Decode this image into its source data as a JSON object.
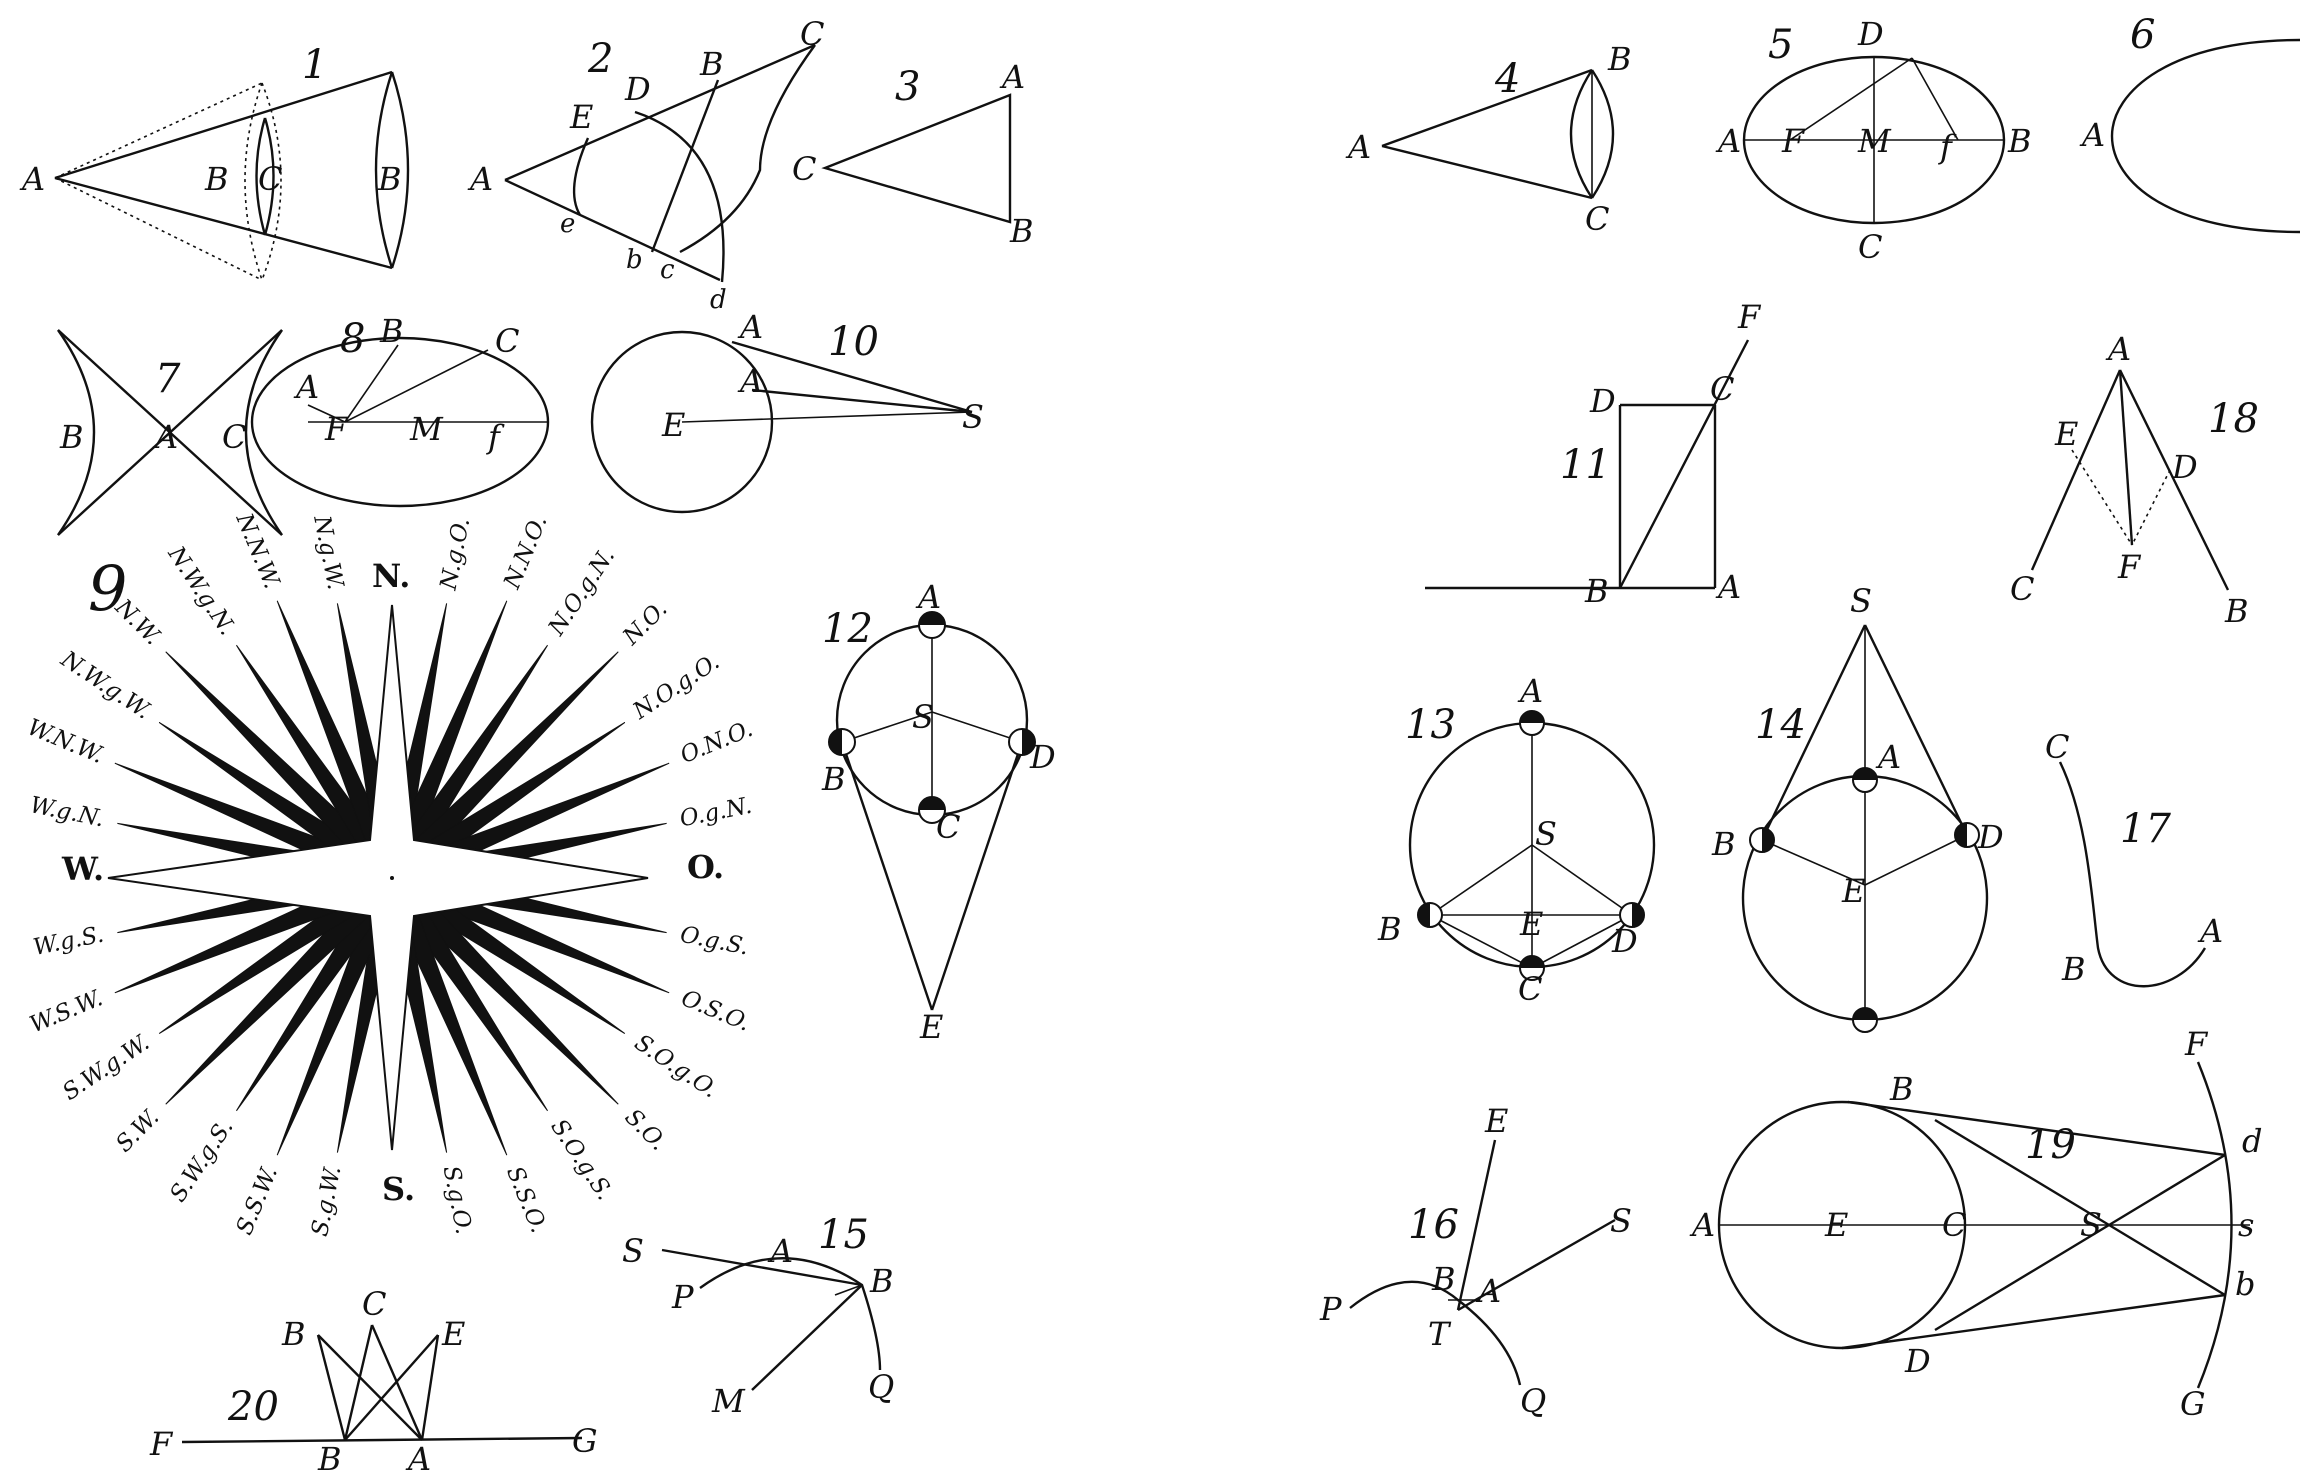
{
  "figures": {
    "f1": {
      "number": "1",
      "labels": [
        "A",
        "B",
        "C",
        "B"
      ]
    },
    "f2": {
      "number": "2",
      "labels": [
        "A",
        "E",
        "D",
        "B",
        "C",
        "e",
        "b",
        "c",
        "d"
      ]
    },
    "f3": {
      "number": "3",
      "labels": [
        "A",
        "C",
        "B"
      ]
    },
    "f4": {
      "number": "4",
      "labels": [
        "A",
        "B",
        "C"
      ]
    },
    "f5": {
      "number": "5",
      "labels": [
        "D",
        "A",
        "F",
        "M",
        "f",
        "B",
        "C"
      ]
    },
    "f6": {
      "number": "6",
      "labels": [
        "A"
      ]
    },
    "f7": {
      "number": "7",
      "labels": [
        "B",
        "A",
        "C"
      ]
    },
    "f8": {
      "number": "8",
      "labels": [
        "B",
        "C",
        "A",
        "F",
        "M",
        "f"
      ]
    },
    "f10": {
      "number": "10",
      "labels": [
        "A",
        "A",
        "E",
        "S"
      ]
    },
    "f11": {
      "number": "11",
      "labels": [
        "F",
        "D",
        "C",
        "B",
        "A"
      ]
    },
    "f12": {
      "number": "12",
      "labels": [
        "A",
        "S",
        "B",
        "D",
        "C",
        "E"
      ]
    },
    "f13": {
      "number": "13",
      "labels": [
        "A",
        "S",
        "B",
        "E",
        "D",
        "C"
      ]
    },
    "f14": {
      "number": "14",
      "labels": [
        "S",
        "A",
        "B",
        "D",
        "E"
      ]
    },
    "f15": {
      "number": "15",
      "labels": [
        "S",
        "A",
        "B",
        "P",
        "M",
        "Q"
      ]
    },
    "f16": {
      "number": "16",
      "labels": [
        "E",
        "S",
        "B",
        "A",
        "P",
        "T",
        "Q"
      ]
    },
    "f17": {
      "number": "17",
      "labels": [
        "C",
        "A",
        "B"
      ]
    },
    "f18": {
      "number": "18",
      "labels": [
        "A",
        "E",
        "D",
        "F",
        "C",
        "B"
      ]
    },
    "f19": {
      "number": "19",
      "labels": [
        "B",
        "F",
        "d",
        "A",
        "E",
        "C",
        "S",
        "s",
        "b",
        "D",
        "G"
      ]
    },
    "f20": {
      "number": "20",
      "labels": [
        "B",
        "C",
        "E",
        "F",
        "B",
        "A",
        "G"
      ]
    }
  },
  "compass": {
    "number": "9",
    "cardinals": {
      "north": "N.",
      "east": "O.",
      "south": "S.",
      "west": "W."
    },
    "points": [
      "N.g.O.",
      "N.N.O.",
      "N.O.g.N.",
      "N.O.",
      "N.O.g.O.",
      "O.N.O.",
      "O.g.N.",
      "O.g.S.",
      "O.S.O.",
      "S.O.g.O.",
      "S.O.",
      "S.O.g.S.",
      "S.S.O.",
      "S.g.O.",
      "S.g.W.",
      "S.S.W.",
      "S.W.g.S.",
      "S.W.",
      "S.W.g.W.",
      "W.S.W.",
      "W.g.S.",
      "W.g.N.",
      "W.N.W.",
      "N.W.g.W.",
      "N.W.",
      "N.W.g.N.",
      "N.N.W.",
      "N.g.W."
    ]
  }
}
